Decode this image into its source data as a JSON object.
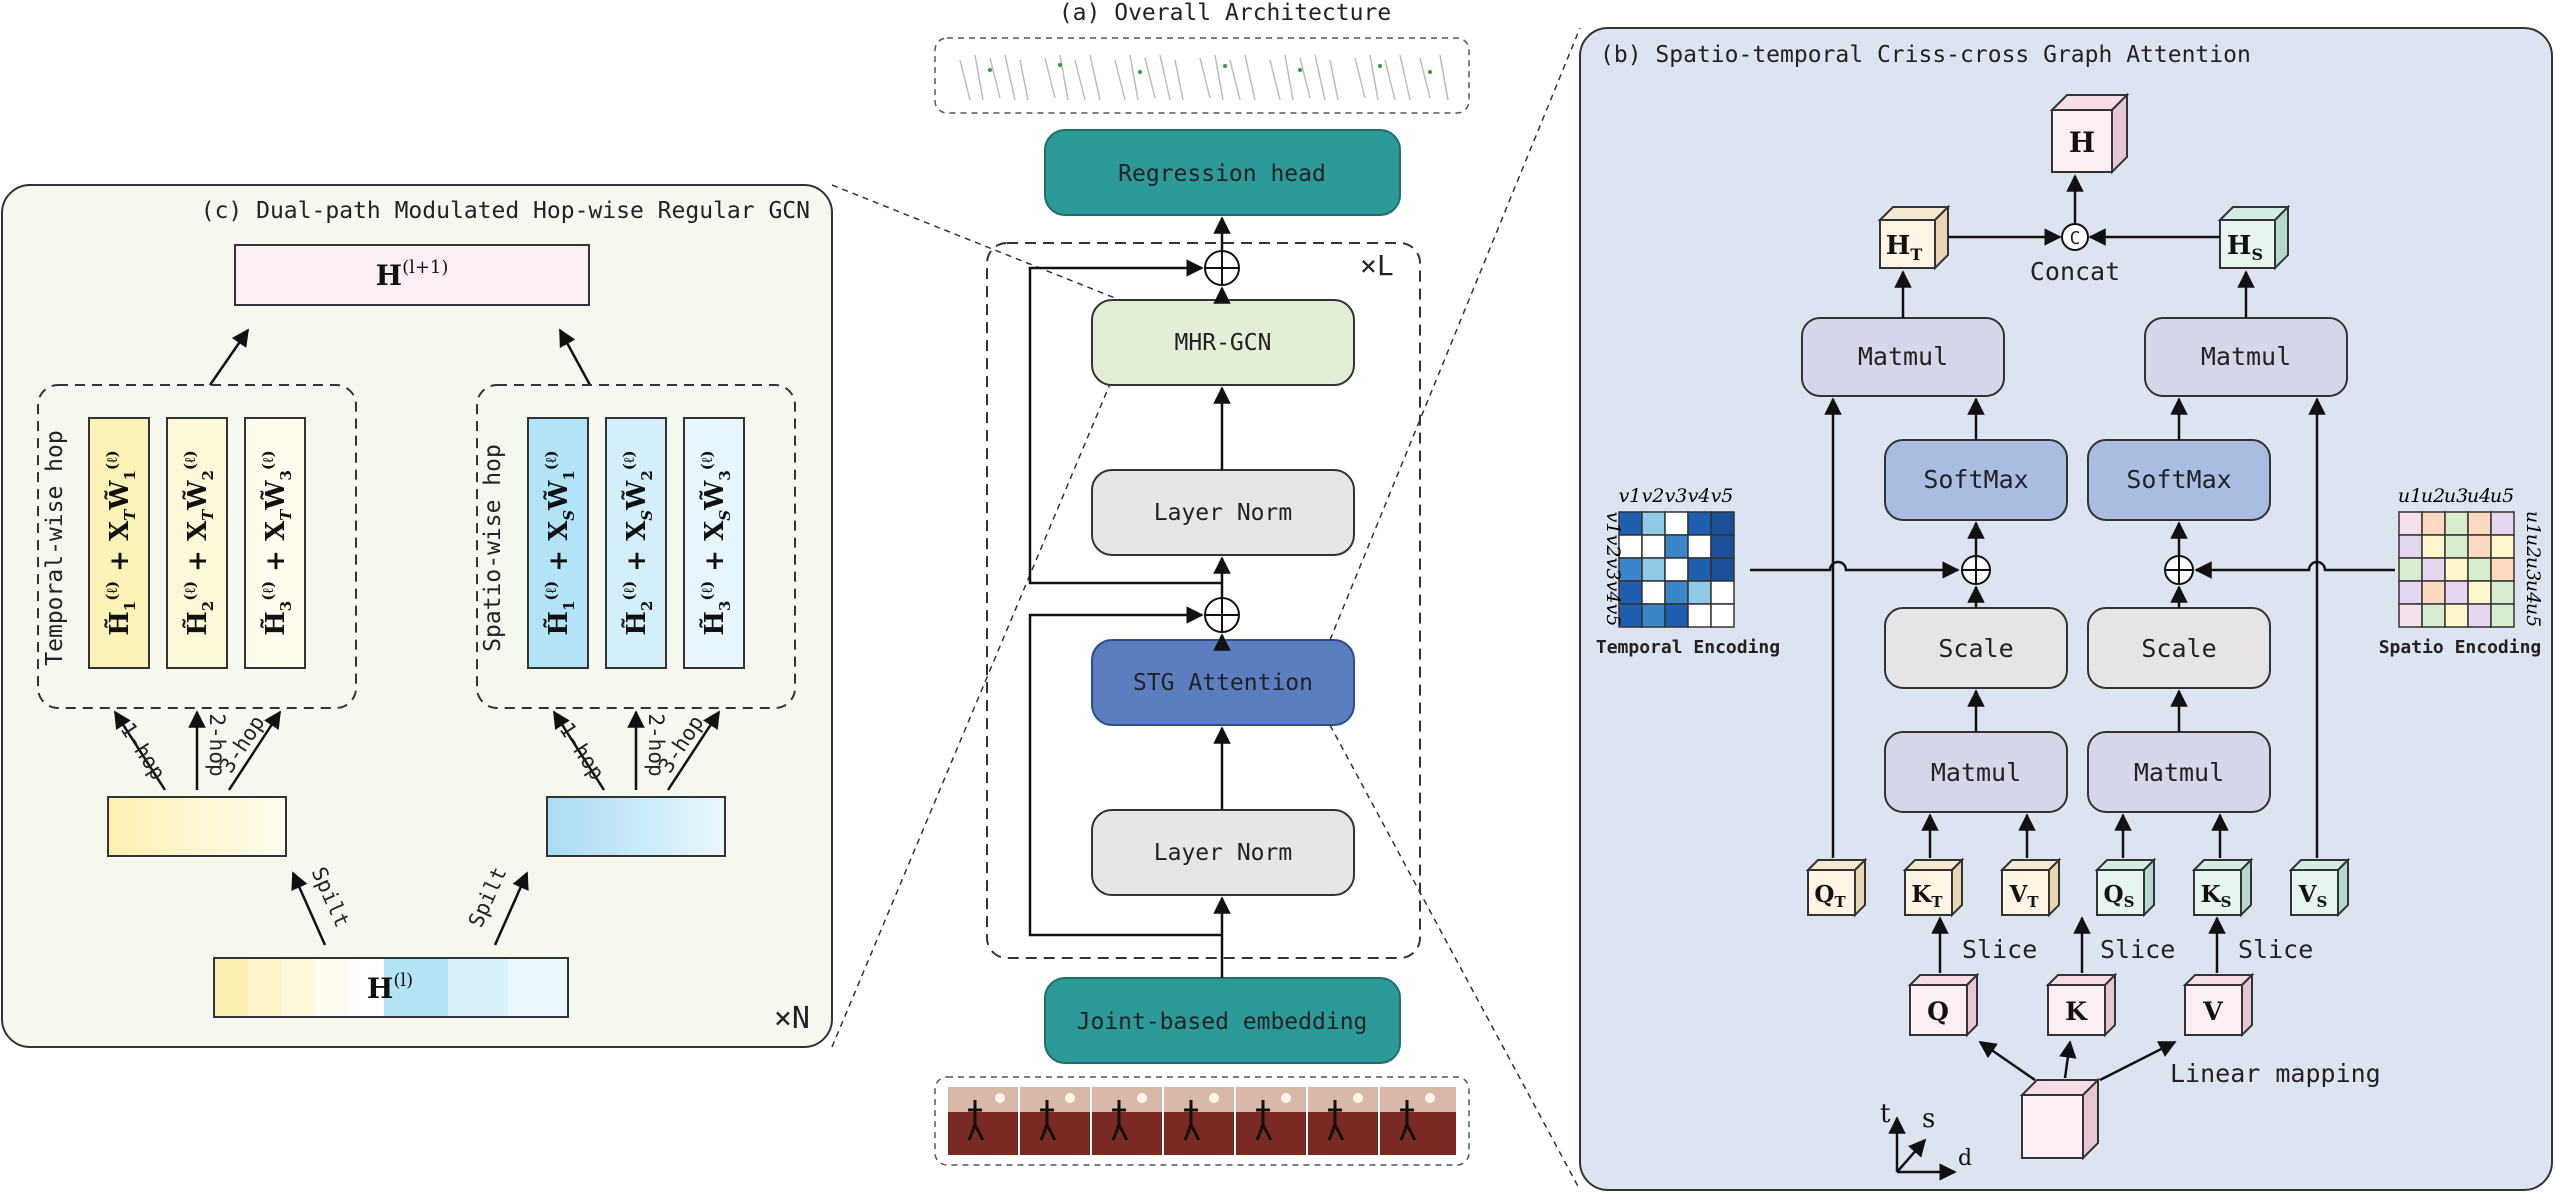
{
  "overall": {
    "title": "(a) Overall Architecture",
    "regression_head": "Regression head",
    "mhr_gcn": "MHR-GCN",
    "layer_norm_top": "Layer Norm",
    "stg_attention": "STG Attention",
    "layer_norm_bottom": "Layer Norm",
    "embedding": "Joint-based embedding",
    "repeat": "×L"
  },
  "gcn_panel": {
    "title": "(c) Dual-path Modulated Hop-wise Regular GCN",
    "output": "H(l+1)",
    "input": "H(l)",
    "temporal_group": "Temporal-wise hop",
    "spatio_group": "Spatio-wise hop",
    "temporal_cells": [
      "H̃1(ℓ) + XT W̃1(ℓ)",
      "H̃2(ℓ) + XT W̃2(ℓ)",
      "H̃3(ℓ) + XT W̃3(ℓ)"
    ],
    "spatio_cells": [
      "H̃1(ℓ) + XS W̃1(ℓ)",
      "H̃2(ℓ) + XS W̃2(ℓ)",
      "H̃3(ℓ) + XS W̃3(ℓ)"
    ],
    "hops": [
      "1-hop",
      "2-hop",
      "3-hop"
    ],
    "split": "Spilt",
    "repeat": "×N"
  },
  "attn_panel": {
    "title": "(b) Spatio-temporal Criss-cross Graph Attention",
    "h": "H",
    "ht": "HT",
    "hs": "HS",
    "concat_symbol": "C",
    "concat": "Concat",
    "matmul": "Matmul",
    "softmax": "SoftMax",
    "scale": "Scale",
    "qt": "QT",
    "kt": "KT",
    "vt": "VT",
    "qs": "QS",
    "ks": "KS",
    "vs": "VS",
    "q": "Q",
    "k": "K",
    "v": "V",
    "slice": "Slice",
    "linear": "Linear mapping",
    "temporal_encoding": "Temporal Encoding",
    "spatio_encoding": "Spatio Encoding",
    "v_labels": [
      "v1",
      "v2",
      "v3",
      "v4",
      "v5"
    ],
    "u_labels": [
      "u1",
      "u2",
      "u3",
      "u4",
      "u5"
    ],
    "axis_t": "t",
    "axis_s": "s",
    "axis_d": "d"
  },
  "colors": {
    "teal": "#2b9a98",
    "green_box": "#e3eed6",
    "gray_box": "#e6e6e6",
    "blue_box": "#5b7ec0",
    "panel_c_bg": "#f5f8ee",
    "panel_b_bg": "#dde4f1",
    "matmul": "#d6d6ea",
    "softmax": "#a9bde3",
    "scale": "#e6e4e4",
    "yellow": "#fdf6c8",
    "cyan": "#b9e4f5",
    "pink": "#fbeef4"
  }
}
